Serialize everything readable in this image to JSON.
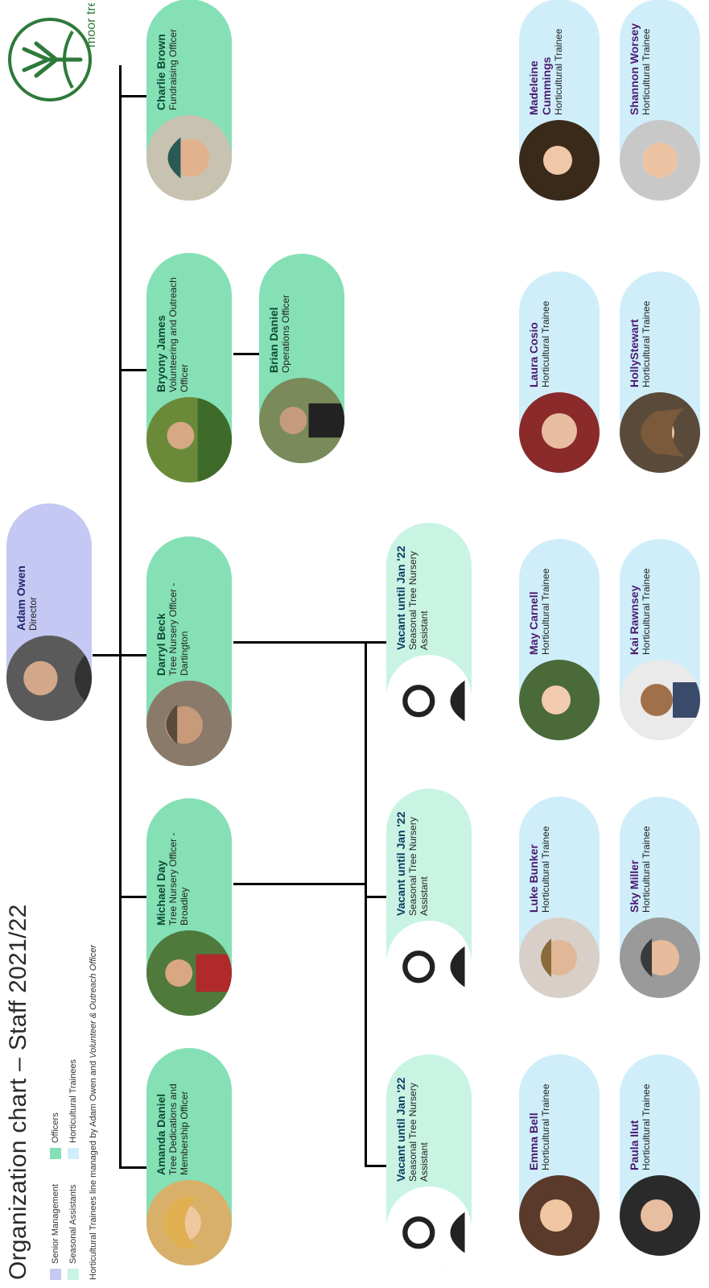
{
  "title": "Organization chart – Staff 2021/22",
  "legend": {
    "senior_management": "Senior Management",
    "officers": "Officers",
    "seasonal_assistants": "Seasonal Assistants",
    "horticultural_trainees": "Horticultural Trainees",
    "note_prefix": "Horticultural Trainees line managed by Adam Owen and",
    "note_italic": "Volunteer & Outreach Officer"
  },
  "colors": {
    "senior_management": "#c4c8f2",
    "officers": "#85e0b6",
    "seasonal_assistants": "#c9f4e3",
    "horticultural_trainees": "#cfeefa"
  },
  "logo": {
    "text": "moor trees"
  },
  "director": {
    "name": "Adam Owen",
    "role": "Director"
  },
  "officers": [
    {
      "name": "Amanda Daniel",
      "role": "Tree Dedications and Membership Officer"
    },
    {
      "name": "Michael Day",
      "role": "Tree Nursery Officer - Broadley"
    },
    {
      "name": "Darryl Beck",
      "role": "Tree Nursery Officer - Dartington"
    },
    {
      "name": "Bryony James",
      "role": "Volunteering and Outreach Officer"
    },
    {
      "name": "Charlie Brown",
      "role": "Fundraising Officer"
    }
  ],
  "operations": {
    "name": "Brian Daniel",
    "role": "Operations Officer"
  },
  "seasonal": [
    {
      "name": "Vacant until Jan '22",
      "role": "Seasonal Tree Nursery Assistant"
    },
    {
      "name": "Vacant until Jan '22",
      "role": "Seasonal Tree Nursery Assistant"
    },
    {
      "name": "Vacant until Jan '22",
      "role": "Seasonal Tree Nursery Assistant"
    }
  ],
  "trainees_row1": [
    {
      "name": "Emma Bell",
      "role": "Horticultural Trainee"
    },
    {
      "name": "Luke Bunker",
      "role": "Horticultural Trainee"
    },
    {
      "name": "May Carnell",
      "role": "Horticultural Trainee"
    },
    {
      "name": "Laura Cosio",
      "role": "Horticultural Trainee"
    },
    {
      "name": "Madeleine Cummings",
      "role": "Horticultural Trainee"
    }
  ],
  "trainees_row2": [
    {
      "name": "Paula Ilut",
      "role": "Horticultural Trainee"
    },
    {
      "name": "Sky Miller",
      "role": "Horticultural Trainee"
    },
    {
      "name": "Kai Rawnsey",
      "role": "Horticultural Trainee"
    },
    {
      "name": "HollyStewart",
      "role": "Horticultural Trainee"
    },
    {
      "name": "Shannon Worsey",
      "role": "Horticultural Trainee"
    }
  ]
}
